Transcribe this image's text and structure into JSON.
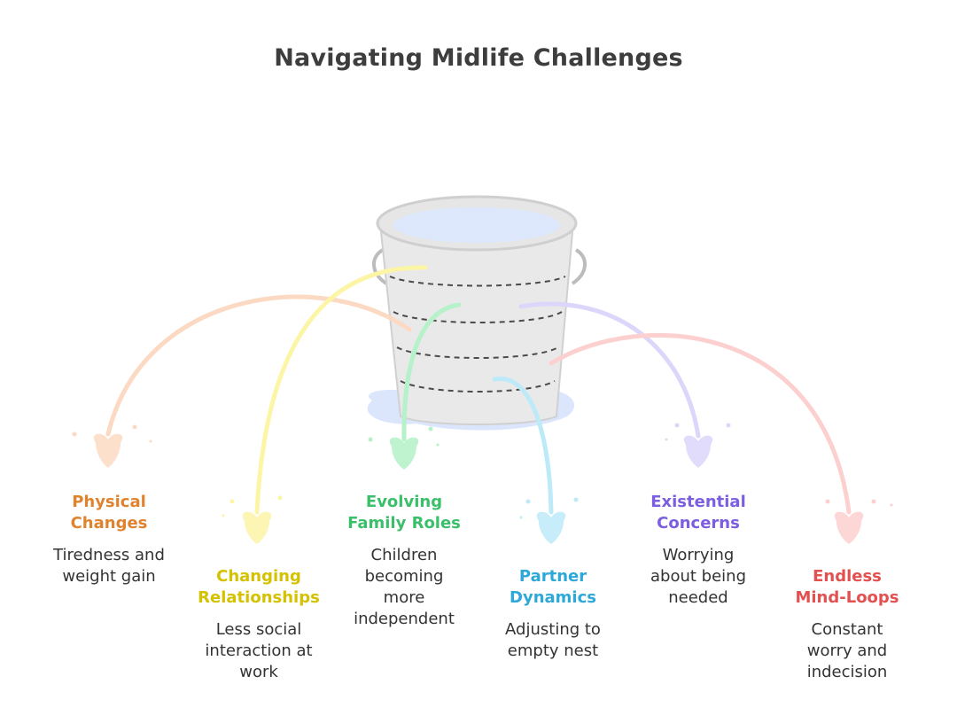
{
  "title": "Navigating Midlife Challenges",
  "items": [
    {
      "key": "physical",
      "head": [
        "Physical",
        "Changes"
      ],
      "desc": [
        "Tiredness and",
        "weight gain"
      ],
      "color": "#e0832f",
      "stream": "#fcd9c3"
    },
    {
      "key": "relationships",
      "head": [
        "Changing",
        "Relationships"
      ],
      "desc": [
        "Less social",
        "interaction at",
        "work"
      ],
      "color": "#d4c200",
      "stream": "#fdf5a6"
    },
    {
      "key": "family",
      "head": [
        "Evolving",
        "Family Roles"
      ],
      "desc": [
        "Children",
        "becoming",
        "more",
        "independent"
      ],
      "color": "#3cbf6b",
      "stream": "#b5f1c9"
    },
    {
      "key": "partner",
      "head": [
        "Partner",
        "Dynamics"
      ],
      "desc": [
        "Adjusting to",
        "empty nest"
      ],
      "color": "#2ca9d8",
      "stream": "#bdeaf8"
    },
    {
      "key": "existential",
      "head": [
        "Existential",
        "Concerns"
      ],
      "desc": [
        "Worrying",
        "about being",
        "needed"
      ],
      "color": "#7b5fe0",
      "stream": "#ddd6fb"
    },
    {
      "key": "mindloops",
      "head": [
        "Endless",
        "Mind-Loops"
      ],
      "desc": [
        "Constant",
        "worry and",
        "indecision"
      ],
      "color": "#e35050",
      "stream": "#fdd0d0"
    }
  ]
}
